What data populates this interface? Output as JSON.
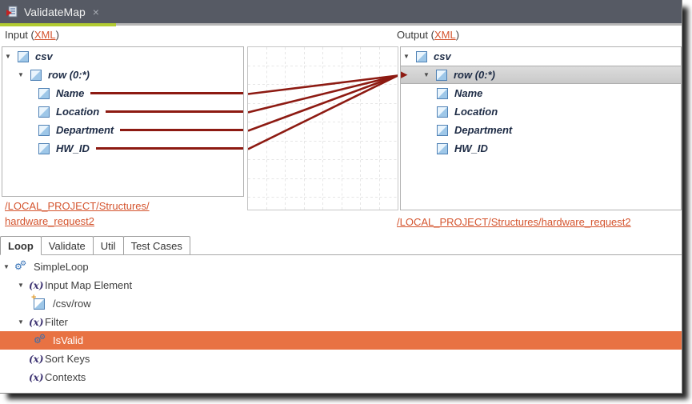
{
  "window": {
    "tab_title": "ValidateMap",
    "close_glyph": "×"
  },
  "input_section": {
    "prefix": "Input (",
    "link": "XML",
    "suffix": ")"
  },
  "output_section": {
    "prefix": "Output (",
    "link": "XML",
    "suffix": ")"
  },
  "input_link": {
    "lines": [
      "/LOCAL_PROJECT/Structures/",
      "hardware_request2"
    ]
  },
  "output_link": {
    "text": "/LOCAL_PROJECT/Structures/hardware_request2"
  },
  "input_tree": [
    {
      "label": "csv",
      "level": 0,
      "arrow": true
    },
    {
      "label": "row (0:*)",
      "level": 1,
      "arrow": true
    },
    {
      "label": "Name",
      "level": 2,
      "mapped": true
    },
    {
      "label": "Location",
      "level": 2,
      "mapped": true
    },
    {
      "label": "Department",
      "level": 2,
      "mapped": true
    },
    {
      "label": "HW_ID",
      "level": 2,
      "mapped": true
    }
  ],
  "output_tree": [
    {
      "label": "csv",
      "level": 0,
      "arrow": true
    },
    {
      "label": "row (0:*)",
      "level": 1,
      "arrow": true,
      "selected": true,
      "target": true
    },
    {
      "label": "Name",
      "level": 2
    },
    {
      "label": "Location",
      "level": 2
    },
    {
      "label": "Department",
      "level": 2
    },
    {
      "label": "HW_ID",
      "level": 2
    }
  ],
  "mapping": {
    "connections": [
      {
        "from": "Name",
        "to": "row (0:*)"
      },
      {
        "from": "Location",
        "to": "row (0:*)"
      },
      {
        "from": "Department",
        "to": "row (0:*)"
      },
      {
        "from": "HW_ID",
        "to": "row (0:*)"
      }
    ]
  },
  "tabs": [
    {
      "label": "Loop",
      "active": true
    },
    {
      "label": "Validate",
      "active": false
    },
    {
      "label": "Util",
      "active": false
    },
    {
      "label": "Test Cases",
      "active": false
    }
  ],
  "loop_tree": [
    {
      "label": "SimpleLoop",
      "level": 0,
      "arrow": true,
      "icon": "gears"
    },
    {
      "label": "Input Map Element",
      "level": 1,
      "arrow": true,
      "icon": "fx"
    },
    {
      "label": "/csv/row",
      "level": 2,
      "icon": "element-new"
    },
    {
      "label": "Filter",
      "level": 1,
      "arrow": true,
      "icon": "fx"
    },
    {
      "label": "IsValid",
      "level": 2,
      "icon": "gears",
      "selected": true
    },
    {
      "label": "Sort Keys",
      "level": 1,
      "icon": "fx"
    },
    {
      "label": "Contexts",
      "level": 1,
      "icon": "fx"
    }
  ],
  "colors": {
    "header_bg": "#565a64",
    "accent_green": "#b2cb31",
    "wire_red": "#8d1a12",
    "link_orange": "#d4542e",
    "selection_orange": "#e87243"
  }
}
